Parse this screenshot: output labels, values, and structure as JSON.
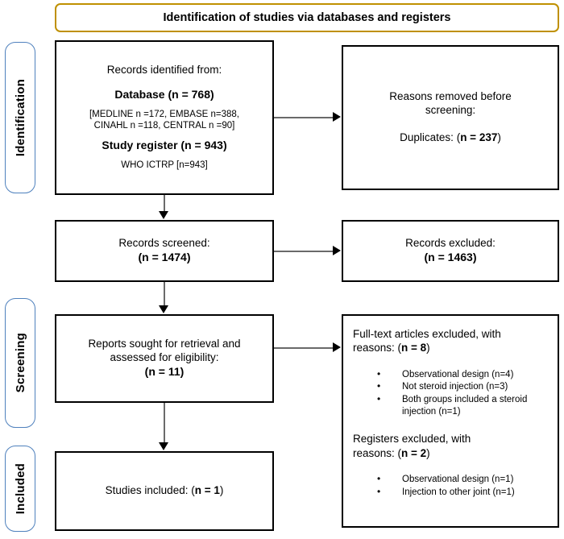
{
  "diagram": {
    "type": "prisma-flow-diagram",
    "title": "Identification of studies via databases and registers",
    "accent_title_border": "#BF9000",
    "accent_phase_border": "#4F81BD",
    "connector_color": "#6A6A6A",
    "box_border_color": "#000000"
  },
  "phases": [
    {
      "label": "Identification"
    },
    {
      "label": "Screening"
    },
    {
      "label": "Included"
    }
  ],
  "boxes": {
    "records_identified": {
      "name": "Records identified from:",
      "database_label": "Database (n = 768)",
      "database_detail_line1": "[MEDLINE n =172, EMBASE n=388,",
      "database_detail_line2": "CINAHL n =118, CENTRAL n =90]",
      "register_label": "Study register (n = 943)",
      "register_detail": "WHO ICTRP [n=943]"
    },
    "records_removed": {
      "heading_line1": "Reasons removed before",
      "heading_line2": "screening:",
      "duplicates_prefix": "Duplicates: (",
      "duplicates_value": "n = 237",
      "duplicates_suffix": ")"
    },
    "records_screened": {
      "label": "Records screened:",
      "count": "(n = 1474)"
    },
    "records_excluded": {
      "label": "Records excluded:",
      "count": "(n = 1463)"
    },
    "reports_sought": {
      "label_line1": "Reports sought for retrieval and",
      "label_line2": "assessed for eligibility:",
      "count": "(n = 11)"
    },
    "reports_excluded": {
      "fulltext_heading_line1": "Full-text articles excluded, with",
      "fulltext_heading_prefix": "reasons: (",
      "fulltext_heading_value": "n = 8",
      "fulltext_heading_suffix": ")",
      "fulltext_reasons": [
        "Observational design (n=4)",
        "Not steroid injection (n=3)",
        "Both groups included a steroid injection (n=1)"
      ],
      "registers_heading_line1": "Registers excluded, with",
      "registers_heading_prefix": "reasons: (",
      "registers_heading_value": "n = 2",
      "registers_heading_suffix": ")",
      "registers_reasons": [
        "Observational design (n=1)",
        "Injection to other joint (n=1)"
      ]
    },
    "studies_included": {
      "prefix": "Studies included: (",
      "value": "n = 1",
      "suffix": ")"
    }
  }
}
